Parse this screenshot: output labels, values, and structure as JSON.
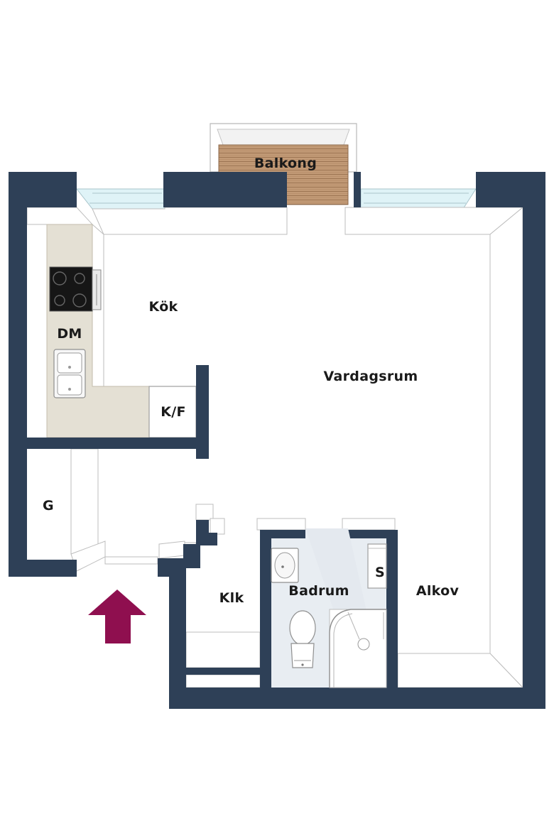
{
  "labels": {
    "balkong": "Balkong",
    "kok": "Kök",
    "dm": "DM",
    "vardagsrum": "Vardagsrum",
    "kf": "K/F",
    "g": "G",
    "klk": "Klk",
    "badrum": "Badrum",
    "s": "S",
    "alkov": "Alkov"
  },
  "colors": {
    "wall": "#2e4057",
    "counter": "#e4e0d4",
    "bathroom_floor": "#e8edf2",
    "window_glass": "#dff3f7",
    "balcony_deck": "#b88f6b",
    "entrance_arrow": "#8f0f4f",
    "stove": "#161616"
  },
  "icons": {
    "stove": "cooktop-icon",
    "sink": "double-sink-icon",
    "toilet": "toilet-icon",
    "washbasin": "washbasin-icon",
    "shower": "shower-icon",
    "entrance": "entrance-arrow-icon"
  }
}
